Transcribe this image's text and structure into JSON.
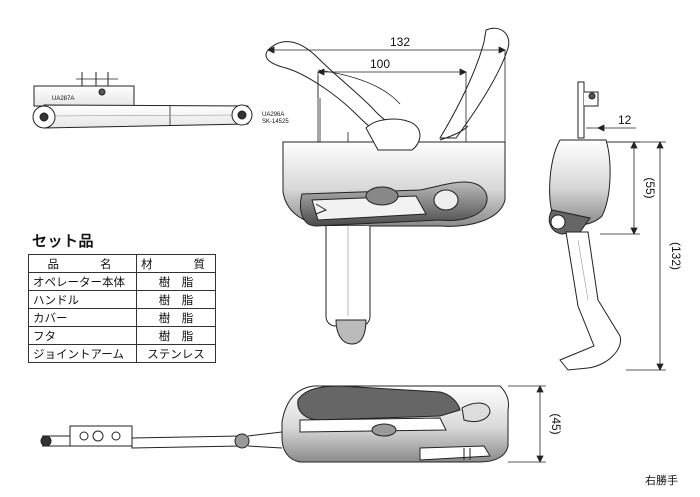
{
  "dimensions": {
    "overall_width": "132",
    "inner_width": "100",
    "offset": "12",
    "side_height_inner": "(55)",
    "side_height_outer": "(132)",
    "bottom_height": "(45)"
  },
  "part_labels": {
    "arm_code": "UA287A",
    "joint_code": "UA296A",
    "joint_sub": "SK-14525"
  },
  "set_title": "セット品",
  "table": {
    "headers": [
      "品　　名",
      "材　　質"
    ],
    "rows": [
      {
        "name": "オペレーター本体",
        "material": "樹　脂"
      },
      {
        "name": "ハンドル",
        "material": "樹　脂"
      },
      {
        "name": "カバー",
        "material": "樹　脂"
      },
      {
        "name": "フタ",
        "material": "樹　脂"
      },
      {
        "name": "ジョイントアーム",
        "material": "ステンレス"
      }
    ]
  },
  "footer_note": "右勝手"
}
